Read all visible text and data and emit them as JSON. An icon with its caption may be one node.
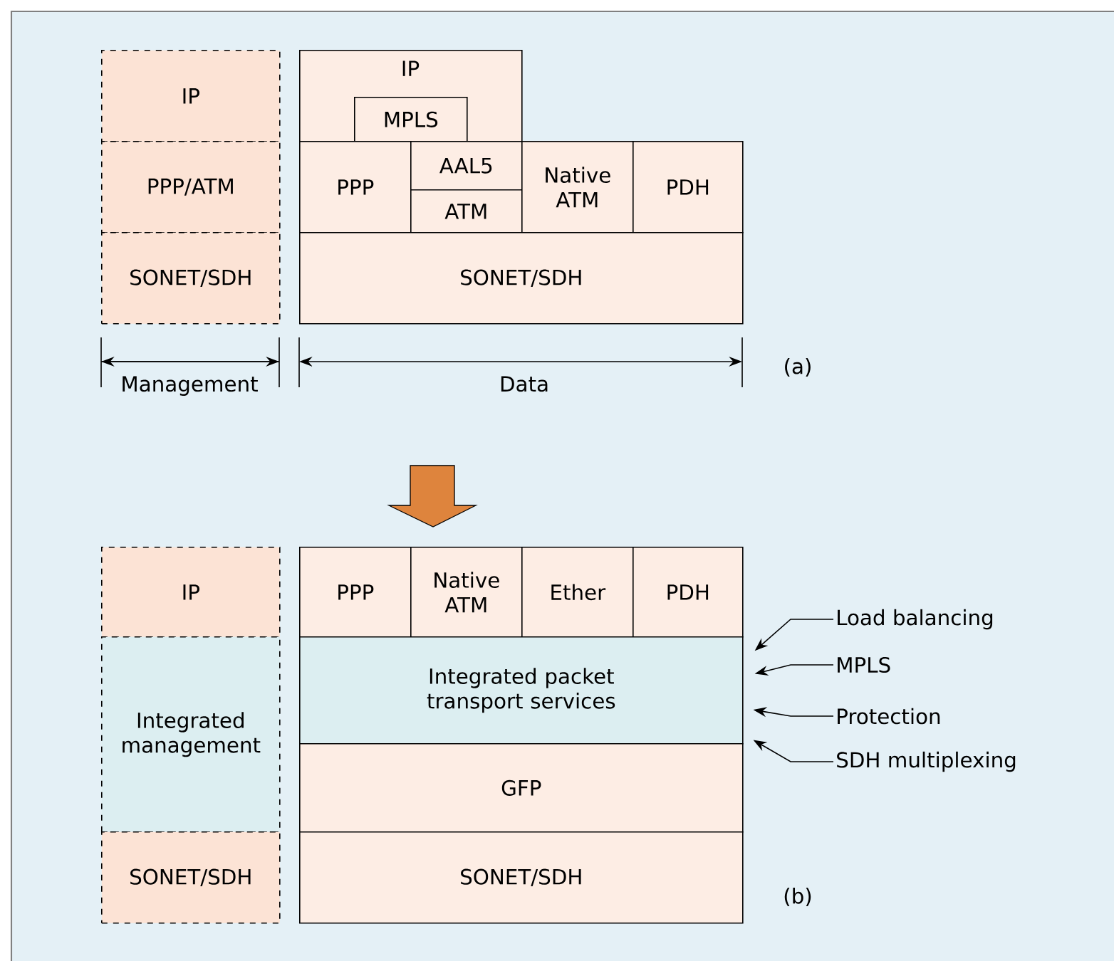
{
  "diagram": {
    "nodes": [
      {
        "text": [
          "IP"
        ]
      },
      {
        "text": [
          "PPP/ATM"
        ]
      },
      {
        "text": [
          "SONET/SDH"
        ]
      },
      {
        "text": [
          "IP"
        ]
      },
      {
        "text": [
          "MPLS"
        ],
        "in": 3
      },
      {
        "text": [
          "PPP"
        ]
      },
      {
        "text": [
          "AAL5"
        ]
      },
      {
        "text": [
          "ATM"
        ]
      },
      {
        "text": [
          "Native ATM"
        ]
      },
      {
        "text": [
          "PDH"
        ]
      },
      {
        "text": [
          "SONET/SDH"
        ]
      },
      {
        "text": [
          "IP"
        ]
      },
      {
        "text": [
          "Integrated management"
        ]
      },
      {
        "text": [
          "SONET/SDH"
        ]
      },
      {
        "text": [
          "PPP"
        ]
      },
      {
        "text": [
          "Native ATM"
        ]
      },
      {
        "text": [
          "Ether"
        ]
      },
      {
        "text": [
          "PDH"
        ]
      },
      {
        "text": [
          "Integrated packet transport services"
        ]
      },
      {
        "text": [
          "GFP"
        ]
      },
      {
        "text": [
          "SONET/SDH"
        ]
      },
      {
        "text": [
          "Load balancing"
        ]
      },
      {
        "text": [
          "MPLS"
        ]
      },
      {
        "text": [
          "Protection"
        ]
      },
      {
        "text": [
          "SDH multiplexing"
        ]
      }
    ],
    "edges": [
      {
        "from": 21,
        "to": 18,
        "arrow": "to"
      },
      {
        "from": 22,
        "to": 18,
        "arrow": "to"
      },
      {
        "from": 23,
        "to": 18,
        "arrow": "to"
      },
      {
        "from": 24,
        "to": 18,
        "arrow": "to"
      }
    ],
    "labels": [
      "Management",
      "Data",
      "(a)",
      "(b)"
    ]
  }
}
